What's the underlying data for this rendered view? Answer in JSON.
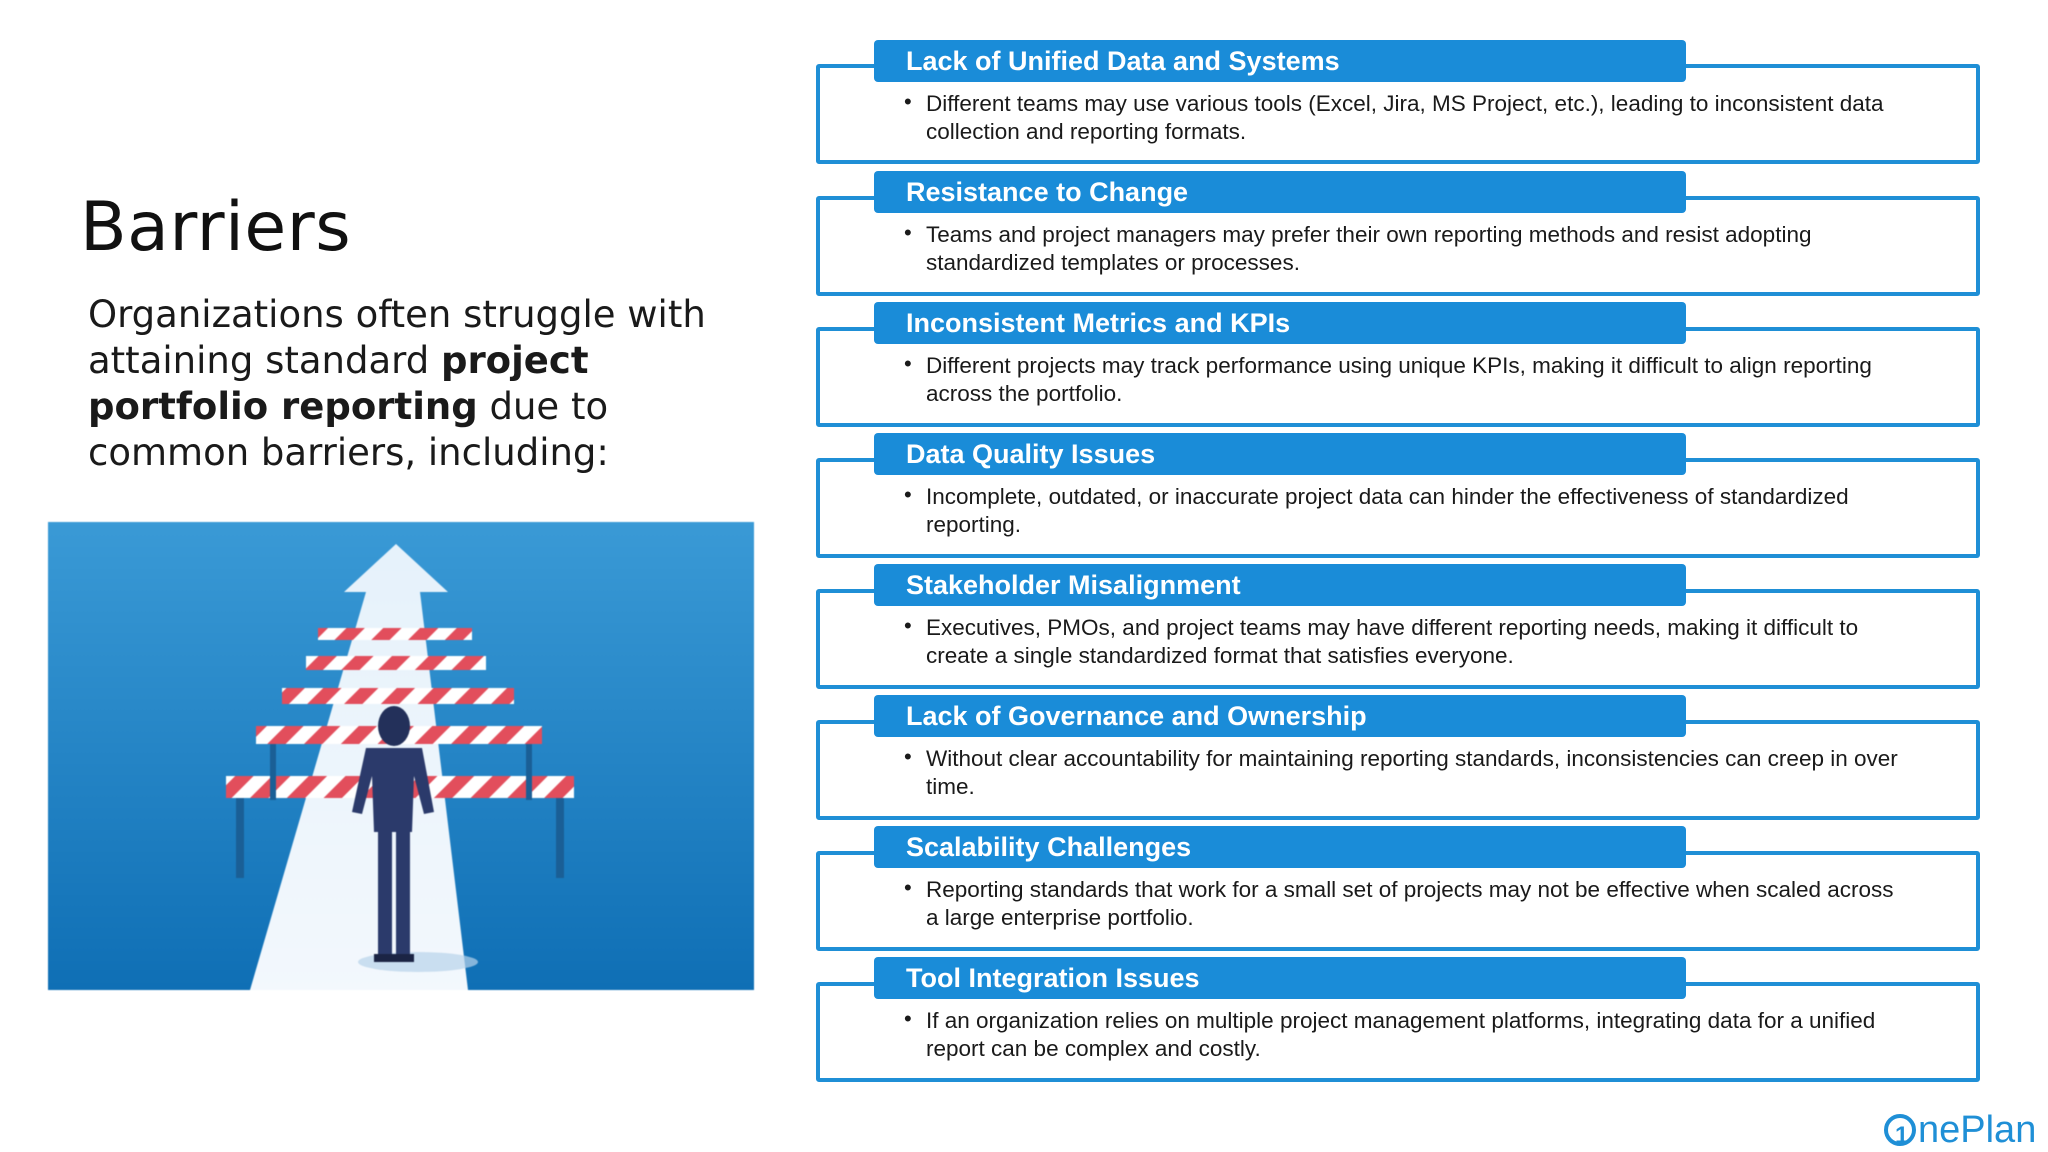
{
  "slide": {
    "title": "Barriers",
    "intro_part1": "Organizations often struggle with attaining standard ",
    "intro_bold": "project portfolio reporting",
    "intro_part2": " due to common barriers, including:"
  },
  "barriers": [
    {
      "title": "Lack of Unified Data and Systems",
      "text": "Different teams may use various tools (Excel, Jira, MS Project, etc.), leading to inconsistent data collection and reporting formats."
    },
    {
      "title": "Resistance to Change",
      "text": "Teams and project managers may prefer their own reporting methods and resist adopting standardized templates or processes."
    },
    {
      "title": "Inconsistent Metrics and KPIs",
      "text": "Different projects may track performance using unique KPIs, making it difficult to align reporting across the portfolio."
    },
    {
      "title": "Data Quality Issues",
      "text": "Incomplete, outdated, or inaccurate project data can hinder the effectiveness of standardized reporting."
    },
    {
      "title": "Stakeholder Misalignment",
      "text": "Executives, PMOs, and project teams may have different reporting needs, making it difficult to create a single standardized format that satisfies everyone."
    },
    {
      "title": "Lack of Governance and Ownership",
      "text": "Without clear accountability for maintaining reporting standards, inconsistencies can creep in over time."
    },
    {
      "title": "Scalability Challenges",
      "text": "Reporting standards that work for a small set of projects may not be effective when scaled across a large enterprise portfolio."
    },
    {
      "title": "Tool Integration Issues",
      "text": "If an organization relies on multiple project management platforms, integrating data for a unified report can be complex and costly."
    }
  ],
  "logo": {
    "text": "nePlan"
  },
  "colors": {
    "accent": "#1a8cd8",
    "border": "#1f8fd6"
  }
}
